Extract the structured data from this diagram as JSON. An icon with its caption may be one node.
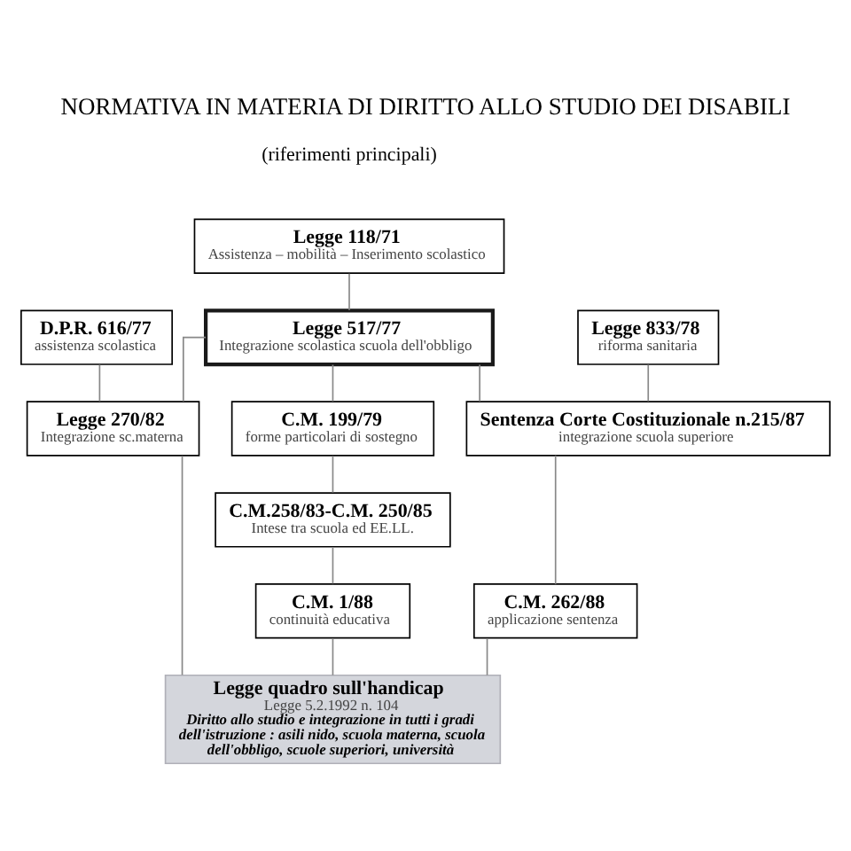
{
  "diagram": {
    "title": "NORMATIVA IN MATERIA DI DIRITTO ALLO STUDIO DEI DISABILI",
    "nodes": [
      {
        "text": [
          "Legge 118/71",
          "Assistenza – mobilità – Inserimento scolastico"
        ]
      },
      {
        "text": [
          "Legge 517/77",
          "Integrazione scolastica scuola dell'obbligo"
        ]
      },
      {
        "text": [
          "D.P.R. 616/77",
          "assistenza scolastica"
        ]
      },
      {
        "text": [
          "Legge 833/78",
          "riforma sanitaria"
        ]
      },
      {
        "text": [
          "C.M. 199/79",
          "forme particolari di sostegno"
        ]
      },
      {
        "text": [
          "Legge 270/82",
          "Integrazione sc.materna"
        ]
      },
      {
        "text": [
          "C.M.258/83-C.M. 250/85",
          "Intese tra scuola ed EE.LL."
        ]
      },
      {
        "text": [
          "Sentenza Corte Costituzionale n.215/87",
          "integrazione scuola superiore"
        ]
      },
      {
        "text": [
          "C.M. 1/88",
          "continuità educativa"
        ]
      },
      {
        "text": [
          "C.M. 262/88",
          "applicazione sentenza"
        ]
      },
      {
        "text": [
          "Legge quadro sull'handicap",
          "Legge 5.2.1992 n. 104",
          "Diritto allo studio e integrazione in tutti i gradi dell'istruzione : asili nido, scuola materna, scuola dell'obbligo, scuole superiori, università"
        ]
      }
    ],
    "edges": [
      {
        "from": 0,
        "to": 1,
        "arrow": "none"
      },
      {
        "from": 1,
        "to": 5,
        "arrow": "none"
      },
      {
        "from": 2,
        "to": 5,
        "arrow": "none"
      },
      {
        "from": 1,
        "to": 4,
        "arrow": "none"
      },
      {
        "from": 4,
        "to": 6,
        "arrow": "none"
      },
      {
        "from": 6,
        "to": 8,
        "arrow": "none"
      },
      {
        "from": 8,
        "to": 10,
        "arrow": "none"
      },
      {
        "from": 5,
        "to": 10,
        "arrow": "none"
      },
      {
        "from": 1,
        "to": 7,
        "arrow": "none"
      },
      {
        "from": 3,
        "to": 7,
        "arrow": "none"
      },
      {
        "from": 7,
        "to": 9,
        "arrow": "none"
      },
      {
        "from": 9,
        "to": 10,
        "arrow": "none"
      }
    ],
    "labels": [
      "(riferimenti principali)"
    ]
  }
}
